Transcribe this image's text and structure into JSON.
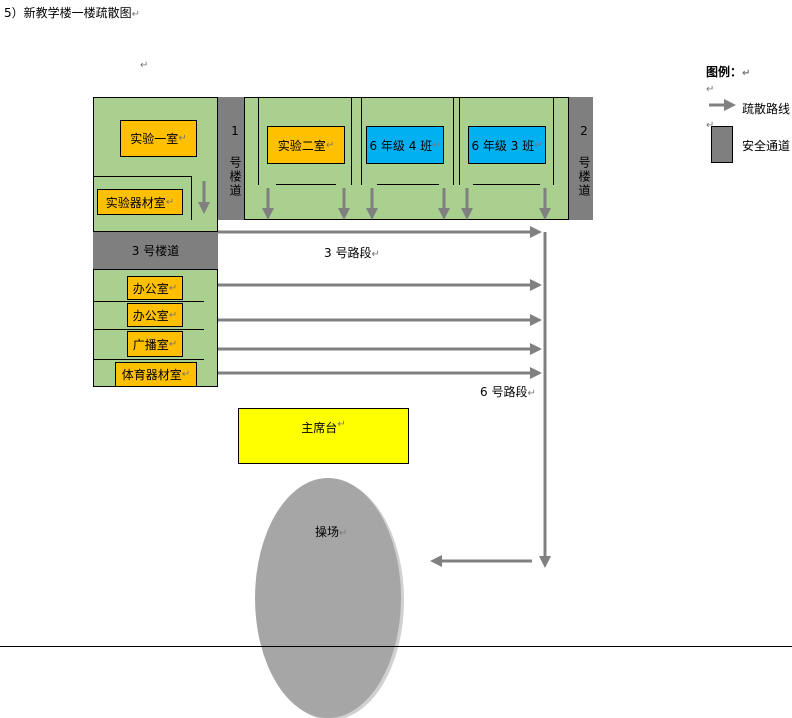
{
  "title": "5）新教学楼一楼疏散图",
  "return_mark": "↵",
  "legend": {
    "title": "图例：",
    "route_label": "疏散路线",
    "safe_passage_label": "安全通道"
  },
  "rooms": {
    "lab1": "实验一室",
    "lab2": "实验二室",
    "lab_equipment": "实验器材室",
    "grade6_class4": "6 年级 4 班",
    "grade6_class3": "6 年级 3 班",
    "office1": "办公室",
    "office2": "办公室",
    "broadcast": "广播室",
    "sports_equipment": "体育器材室",
    "podium": "主席台",
    "playground": "操场"
  },
  "passages": {
    "stair1": "1 号楼道",
    "stair2": "2 号楼道",
    "stair3": "3 号楼道"
  },
  "route_labels": {
    "route3": "3 号路段",
    "route6": "6 号路段"
  },
  "colors": {
    "room_green": "#a9d08e",
    "room_orange": "#ffc000",
    "room_blue": "#00b0f0",
    "passage_gray": "#7f7f7f",
    "podium_yellow": "#ffff00",
    "playground_gray": "#a6a6a6",
    "arrow_gray": "#808080"
  }
}
